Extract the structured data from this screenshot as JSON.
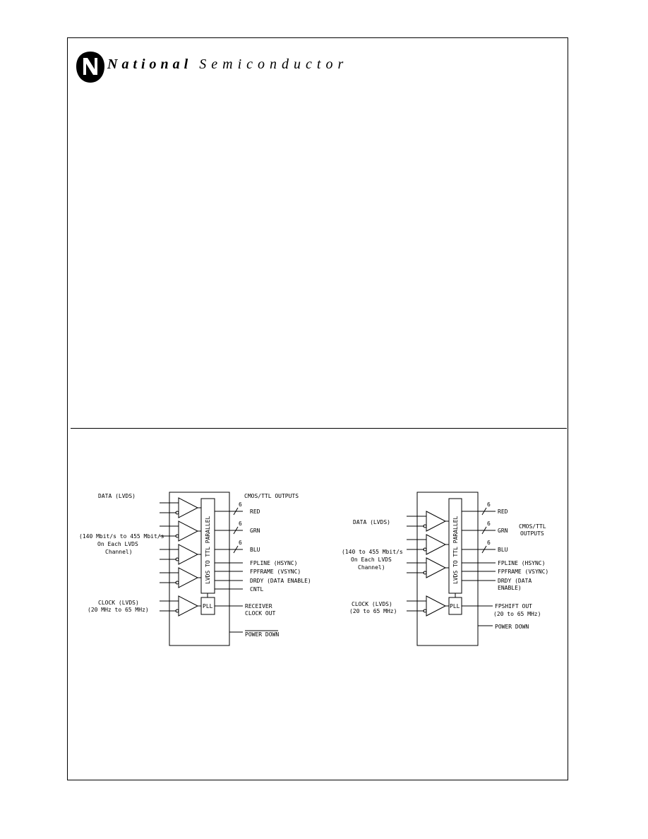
{
  "header": {
    "brand_bold": "National",
    "brand_regular": "Semiconductor"
  },
  "diagram_left": {
    "data_label": "DATA (LVDS)",
    "rate_lines": [
      "(140 Mbit/s to 455 Mbit/s",
      "On Each LVDS",
      "Channel)"
    ],
    "clock_lines": [
      "CLOCK (LVDS)",
      "(20 MHz to 65 MHz)"
    ],
    "outputs_title": "CMOS/TTL OUTPUTS",
    "converter_label": "LVDS TO TTL PARALLEL",
    "pll_label": "PLL",
    "bus_width": [
      "6",
      "6",
      "6"
    ],
    "signals": [
      "RED",
      "GRN",
      "BLU",
      "FPLINE (HSYNC)",
      "FPFRAME (VSYNC)",
      "DRDY (DATA ENABLE)",
      "CNTL"
    ],
    "receiver_clock": [
      "RECEIVER",
      "CLOCK OUT"
    ],
    "power_down": "POWER DOWN"
  },
  "diagram_right": {
    "data_lines": [
      "DATA (LVDS)",
      "(140 to 455 Mbit/s",
      "On Each LVDS",
      "Channel)"
    ],
    "clock_lines": [
      "CLOCK (LVDS)",
      "(20 to 65 MHz)"
    ],
    "outputs_lines": [
      "CMOS/TTL",
      "OUTPUTS"
    ],
    "converter_label": "LVDS TO TTL PARALLEL",
    "pll_label": "PLL",
    "bus_width": [
      "6",
      "6",
      "6"
    ],
    "signals": [
      "RED",
      "GRN",
      "BLU",
      "FPLINE (HSYNC)",
      "FPFRAME (VSYNC)",
      "DRDY (DATA",
      "ENABLE)"
    ],
    "shift_clock": [
      "FPSHIFT OUT",
      "(20 to 65 MHz)"
    ],
    "power_down": "POWER DOWN"
  }
}
